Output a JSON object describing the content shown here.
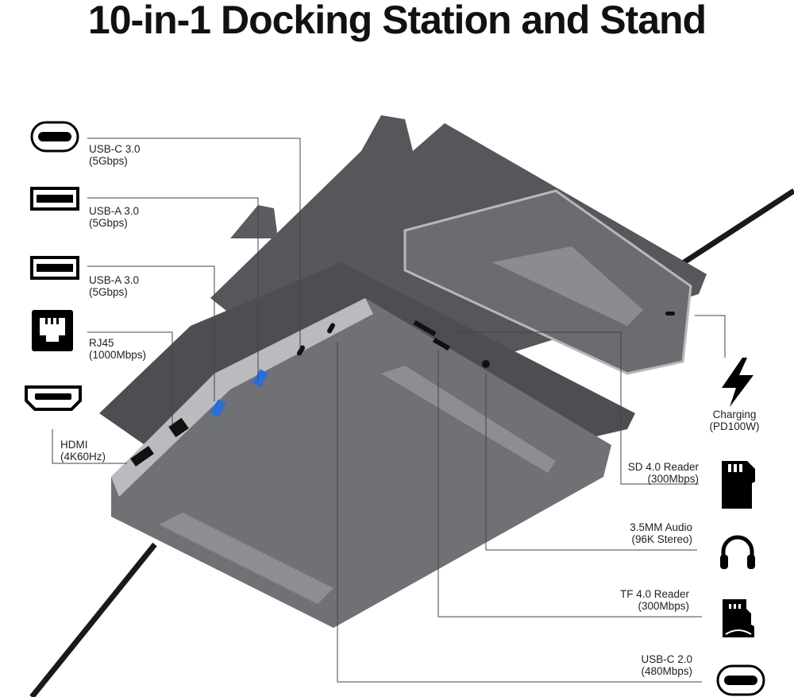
{
  "title": "10-in-1 Docking Station and Stand",
  "ports_left": [
    {
      "name": "USB-C 3.0",
      "spec": "(5Gbps)",
      "icon": "usb-c-icon"
    },
    {
      "name": "USB-A 3.0",
      "spec": "(5Gbps)",
      "icon": "usb-a-icon"
    },
    {
      "name": "USB-A 3.0",
      "spec": "(5Gbps)",
      "icon": "usb-a-icon"
    },
    {
      "name": "RJ45",
      "spec": "(1000Mbps)",
      "icon": "ethernet-icon"
    },
    {
      "name": "HDMI",
      "spec": "(4K60Hz)",
      "icon": "hdmi-icon"
    }
  ],
  "ports_right": [
    {
      "name": "Charging",
      "spec": "(PD100W)",
      "icon": "lightning-icon"
    },
    {
      "name": "SD 4.0 Reader",
      "spec": "(300Mbps)",
      "icon": "sd-card-icon"
    },
    {
      "name": "3.5MM Audio",
      "spec": "(96K Stereo)",
      "icon": "headphones-icon"
    },
    {
      "name": "TF 4.0 Reader",
      "spec": "(300Mbps)",
      "icon": "microsd-card-icon"
    },
    {
      "name": "USB-C 2.0",
      "spec": "(480Mbps)",
      "icon": "usb-c-icon"
    }
  ],
  "colors": {
    "body": "#6e7074",
    "body_dark": "#4a4c50",
    "edge": "#b8babd",
    "text": "#111111"
  }
}
